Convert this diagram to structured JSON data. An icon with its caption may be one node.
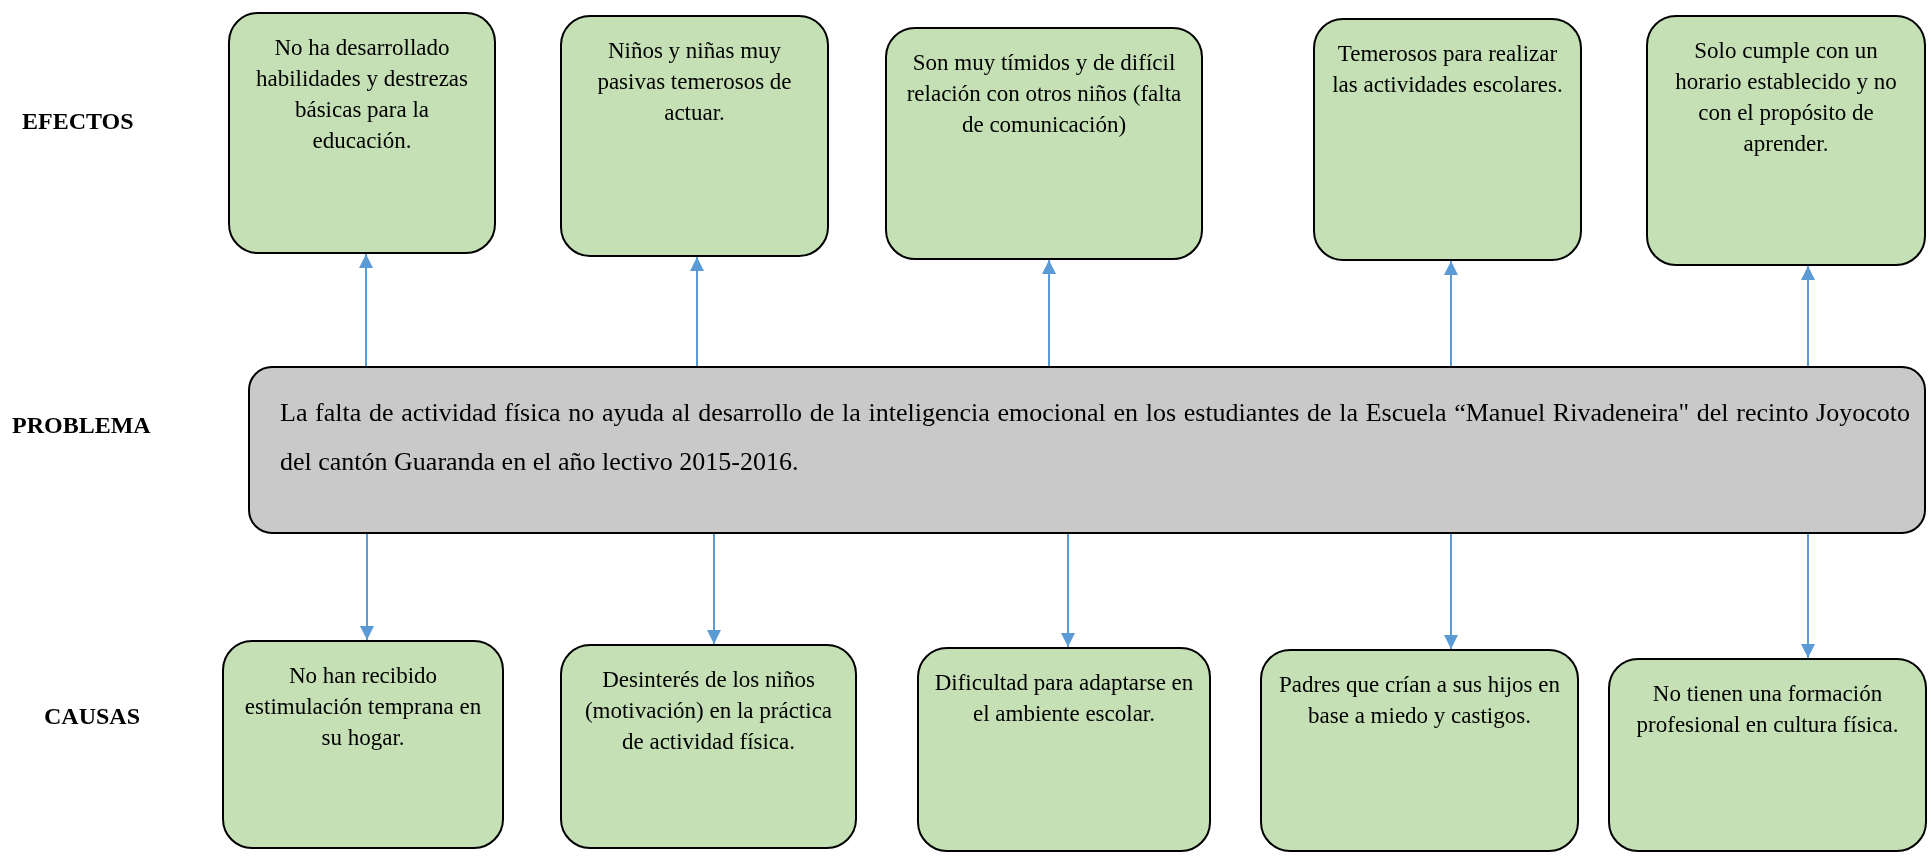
{
  "diagram": {
    "nodes": [
      {
        "text": [
          "No ha desarrollado habilidades y destrezas básicas para la educación."
        ]
      },
      {
        "text": [
          "Niños y niñas muy pasivas temerosos de actuar."
        ]
      },
      {
        "text": [
          "Son muy tímidos y de difícil relación con otros niños (falta de comunicación)"
        ]
      },
      {
        "text": [
          "Temerosos para realizar las actividades escolares."
        ]
      },
      {
        "text": [
          "Solo cumple con un horario establecido y no con el propósito de aprender."
        ]
      },
      {
        "text": [
          "La falta de actividad física no ayuda al desarrollo de la inteligencia emocional en los estudiantes de la Escuela “Manuel Rivadeneira\" del recinto Joyocoto del cantón Guaranda en el año lectivo 2015-2016."
        ]
      },
      {
        "text": [
          "No han recibido estimulación temprana en su hogar."
        ]
      },
      {
        "text": [
          "Desinterés de los niños (motivación) en la práctica de actividad física."
        ]
      },
      {
        "text": [
          "Dificultad para adaptarse en el ambiente escolar."
        ]
      },
      {
        "text": [
          "Padres que crían a sus hijos en base a miedo y castigos."
        ]
      },
      {
        "text": [
          "No tienen una formación profesional en cultura física."
        ]
      }
    ],
    "edges": [
      {
        "from": 5,
        "to": 0,
        "arrow": "to"
      },
      {
        "from": 5,
        "to": 1,
        "arrow": "to"
      },
      {
        "from": 5,
        "to": 2,
        "arrow": "to"
      },
      {
        "from": 5,
        "to": 3,
        "arrow": "to"
      },
      {
        "from": 5,
        "to": 4,
        "arrow": "to"
      },
      {
        "from": 5,
        "to": 6,
        "arrow": "to"
      },
      {
        "from": 5,
        "to": 7,
        "arrow": "to"
      },
      {
        "from": 5,
        "to": 8,
        "arrow": "to"
      },
      {
        "from": 5,
        "to": 9,
        "arrow": "to"
      },
      {
        "from": 5,
        "to": 10,
        "arrow": "to"
      }
    ],
    "labels": [
      "EFECTOS",
      "PROBLEMA",
      "CAUSAS"
    ]
  }
}
